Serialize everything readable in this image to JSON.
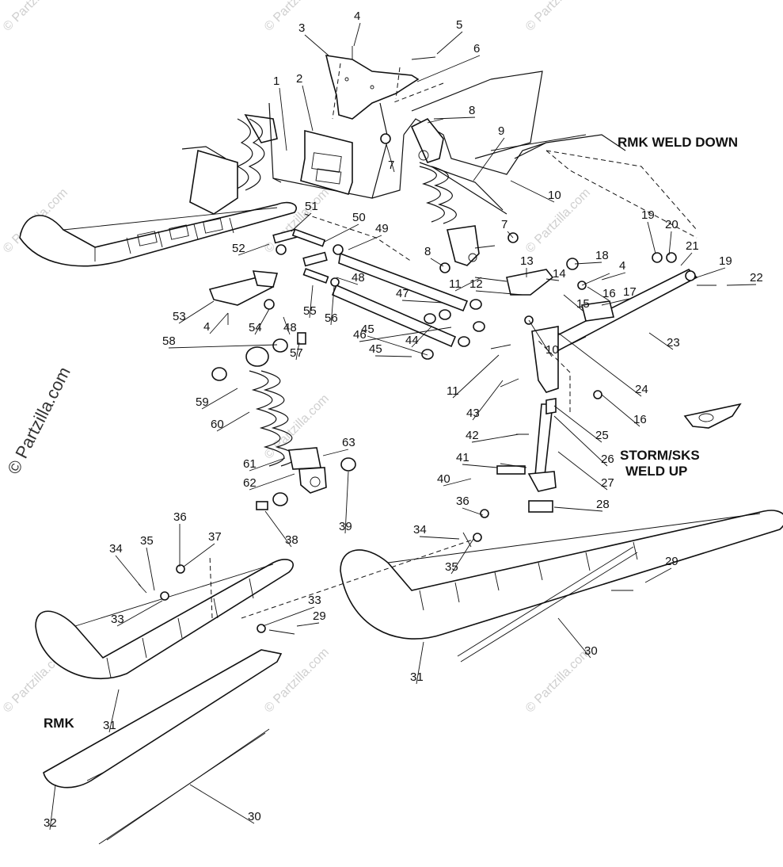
{
  "watermark": {
    "vertical": "© Partzilla.com",
    "tile": "© Partzilla.com"
  },
  "notes": {
    "rmk_weld_down": "RMK WELD DOWN",
    "storm_sks_line1": "STORM/SKS",
    "storm_sks_line2": "WELD UP",
    "rmk": "RMK"
  },
  "callouts": [
    "1",
    "2",
    "3",
    "4",
    "4",
    "4",
    "5",
    "6",
    "7",
    "7",
    "8",
    "8",
    "9",
    "10",
    "10",
    "11",
    "11",
    "12",
    "13",
    "14",
    "15",
    "16",
    "16",
    "17",
    "18",
    "19",
    "19",
    "20",
    "21",
    "22",
    "23",
    "24",
    "25",
    "26",
    "27",
    "28",
    "29",
    "29",
    "30",
    "30",
    "31",
    "31",
    "32",
    "33",
    "33",
    "34",
    "34",
    "35",
    "35",
    "36",
    "36",
    "37",
    "38",
    "39",
    "40",
    "41",
    "42",
    "43",
    "44",
    "45",
    "45",
    "46",
    "47",
    "48",
    "48",
    "49",
    "50",
    "51",
    "52",
    "53",
    "54",
    "55",
    "56",
    "57",
    "58",
    "59",
    "60",
    "61",
    "62",
    "63"
  ]
}
